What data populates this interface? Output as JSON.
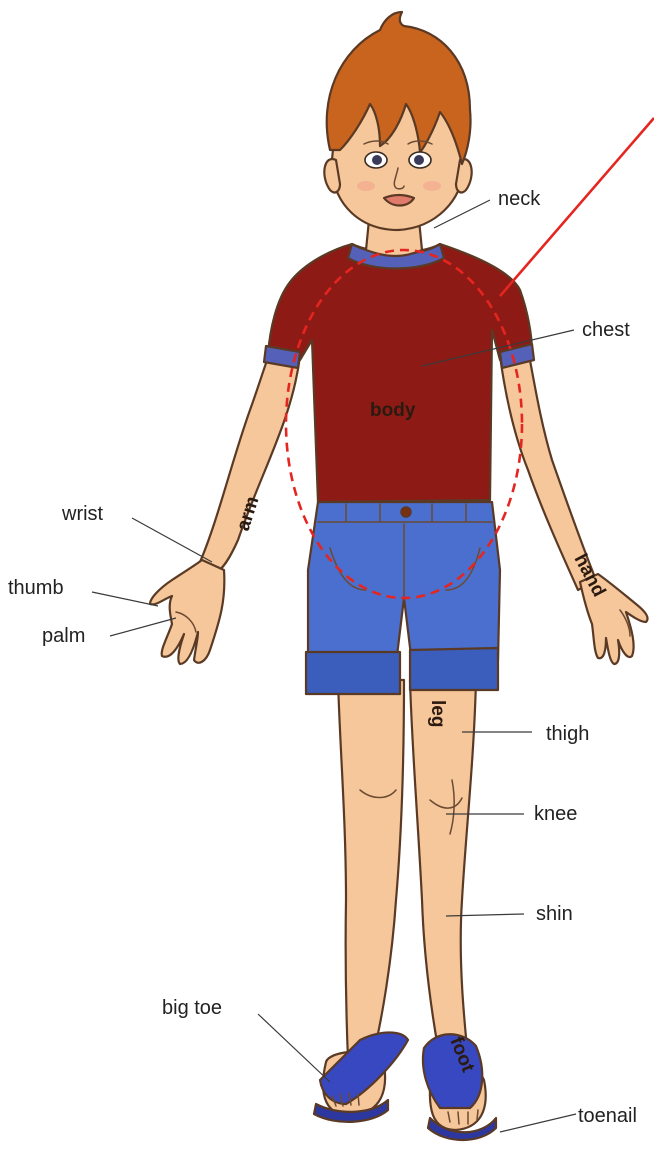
{
  "labels": {
    "neck": "neck",
    "chest": "chest",
    "body": "body",
    "arm": "arm",
    "hand": "hand",
    "wrist": "wrist",
    "thumb": "thumb",
    "palm": "palm",
    "leg": "leg",
    "thigh": "thigh",
    "knee": "knee",
    "shin": "shin",
    "big_toe": "big toe",
    "foot": "foot",
    "toenail": "toenail"
  },
  "colors": {
    "skin": "#f6c79a",
    "hair": "#c8641e",
    "shirt": "#8e1a16",
    "shirt_trim": "#5560b8",
    "shorts": "#4a6fcf",
    "sandals": "#3848c0",
    "highlight": "#e52520"
  }
}
